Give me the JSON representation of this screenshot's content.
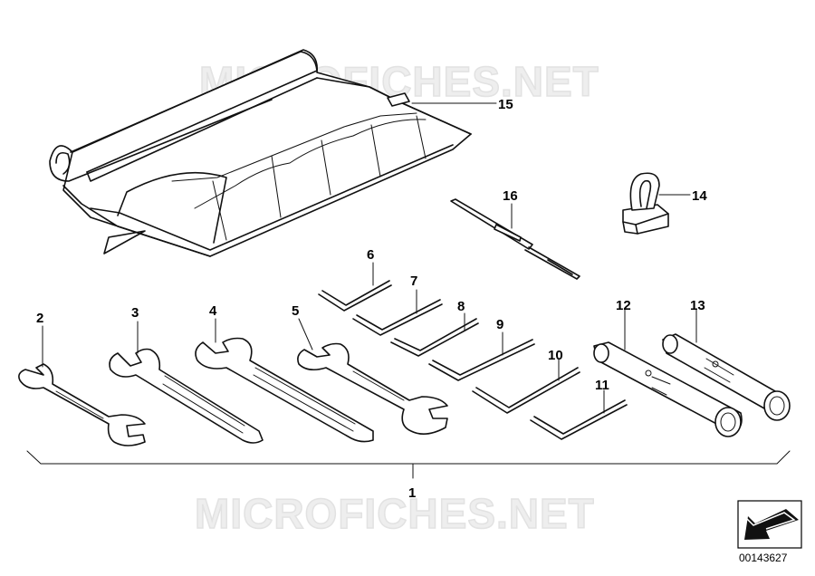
{
  "watermark": "MICROFICHES.NET",
  "diagram_code": "00143627",
  "callouts": {
    "c1": "1",
    "c2": "2",
    "c3": "3",
    "c4": "4",
    "c5": "5",
    "c6": "6",
    "c7": "7",
    "c8": "8",
    "c9": "9",
    "c10": "10",
    "c11": "11",
    "c12": "12",
    "c13": "13",
    "c14": "14",
    "c15": "15",
    "c16": "16"
  }
}
